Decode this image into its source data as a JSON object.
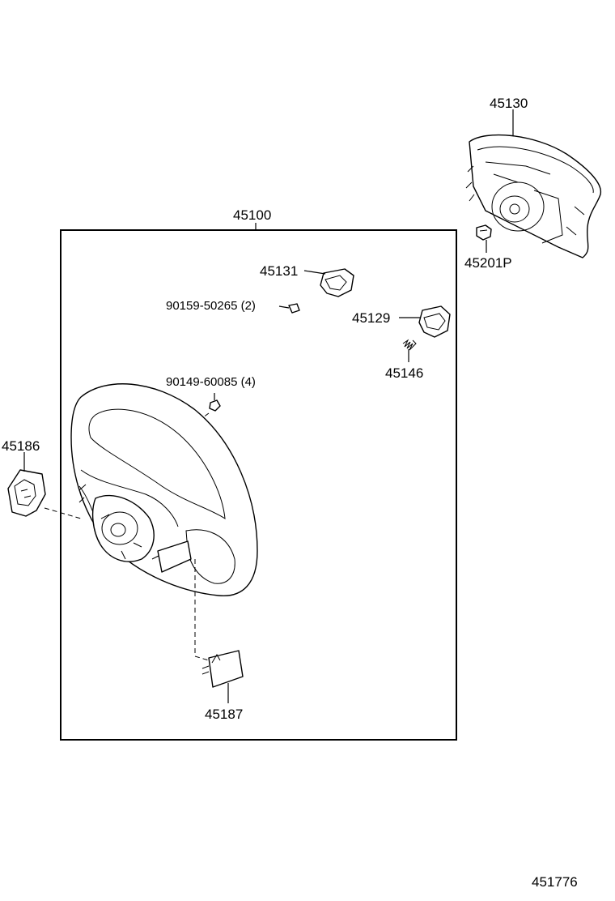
{
  "diagram": {
    "labels": {
      "airbag_assy": "45130",
      "airbag_nut": "45201P",
      "wheel_assy": "45100",
      "cover_upper": "45131",
      "screw_a": "90159-50265 (2)",
      "cover_right": "45129",
      "spring": "45146",
      "screw_b": "90149-60085 (4)",
      "cover_left": "45186",
      "cover_lower": "45187"
    },
    "figure_number": "451776"
  }
}
